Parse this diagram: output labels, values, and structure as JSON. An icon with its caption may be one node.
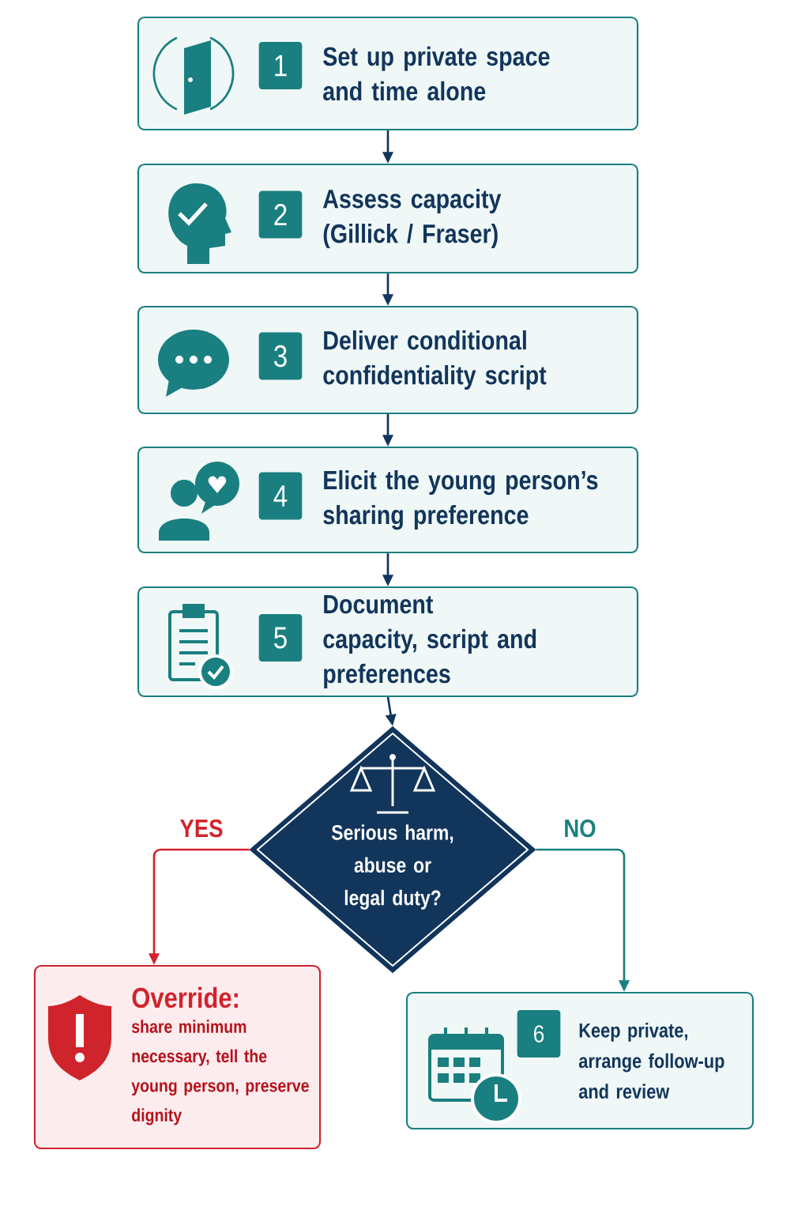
{
  "diagram": {
    "nodes": [
      {
        "text": [
          "1",
          "Set up private space and time alone"
        ]
      },
      {
        "text": [
          "2",
          "Assess capacity (Gillick / Fraser)"
        ]
      },
      {
        "text": [
          "3",
          "Deliver conditional confidentiality script"
        ]
      },
      {
        "text": [
          "4",
          "Elicit the young person’s sharing preference"
        ]
      },
      {
        "text": [
          "5",
          "Document capacity, script and preferences"
        ]
      },
      {
        "text": [
          "Serious harm, abuse or legal duty?"
        ]
      },
      {
        "text": [
          "Override:",
          "share minimum necessary, tell the young person, preserve dignity"
        ]
      },
      {
        "text": [
          "6",
          "Keep private, arrange follow-up and review"
        ]
      }
    ],
    "edges": [
      {
        "from": 0,
        "to": 1,
        "arrow": "to"
      },
      {
        "from": 1,
        "to": 2,
        "arrow": "to"
      },
      {
        "from": 2,
        "to": 3,
        "arrow": "to"
      },
      {
        "from": 3,
        "to": 4,
        "arrow": "to"
      },
      {
        "from": 4,
        "to": 5,
        "arrow": "to"
      },
      {
        "from": 5,
        "to": 6,
        "arrow": "to",
        "label": "YES",
        "color": "#d0242c"
      },
      {
        "from": 5,
        "to": 7,
        "arrow": "to",
        "label": "NO",
        "color": "#1a8080"
      }
    ]
  }
}
